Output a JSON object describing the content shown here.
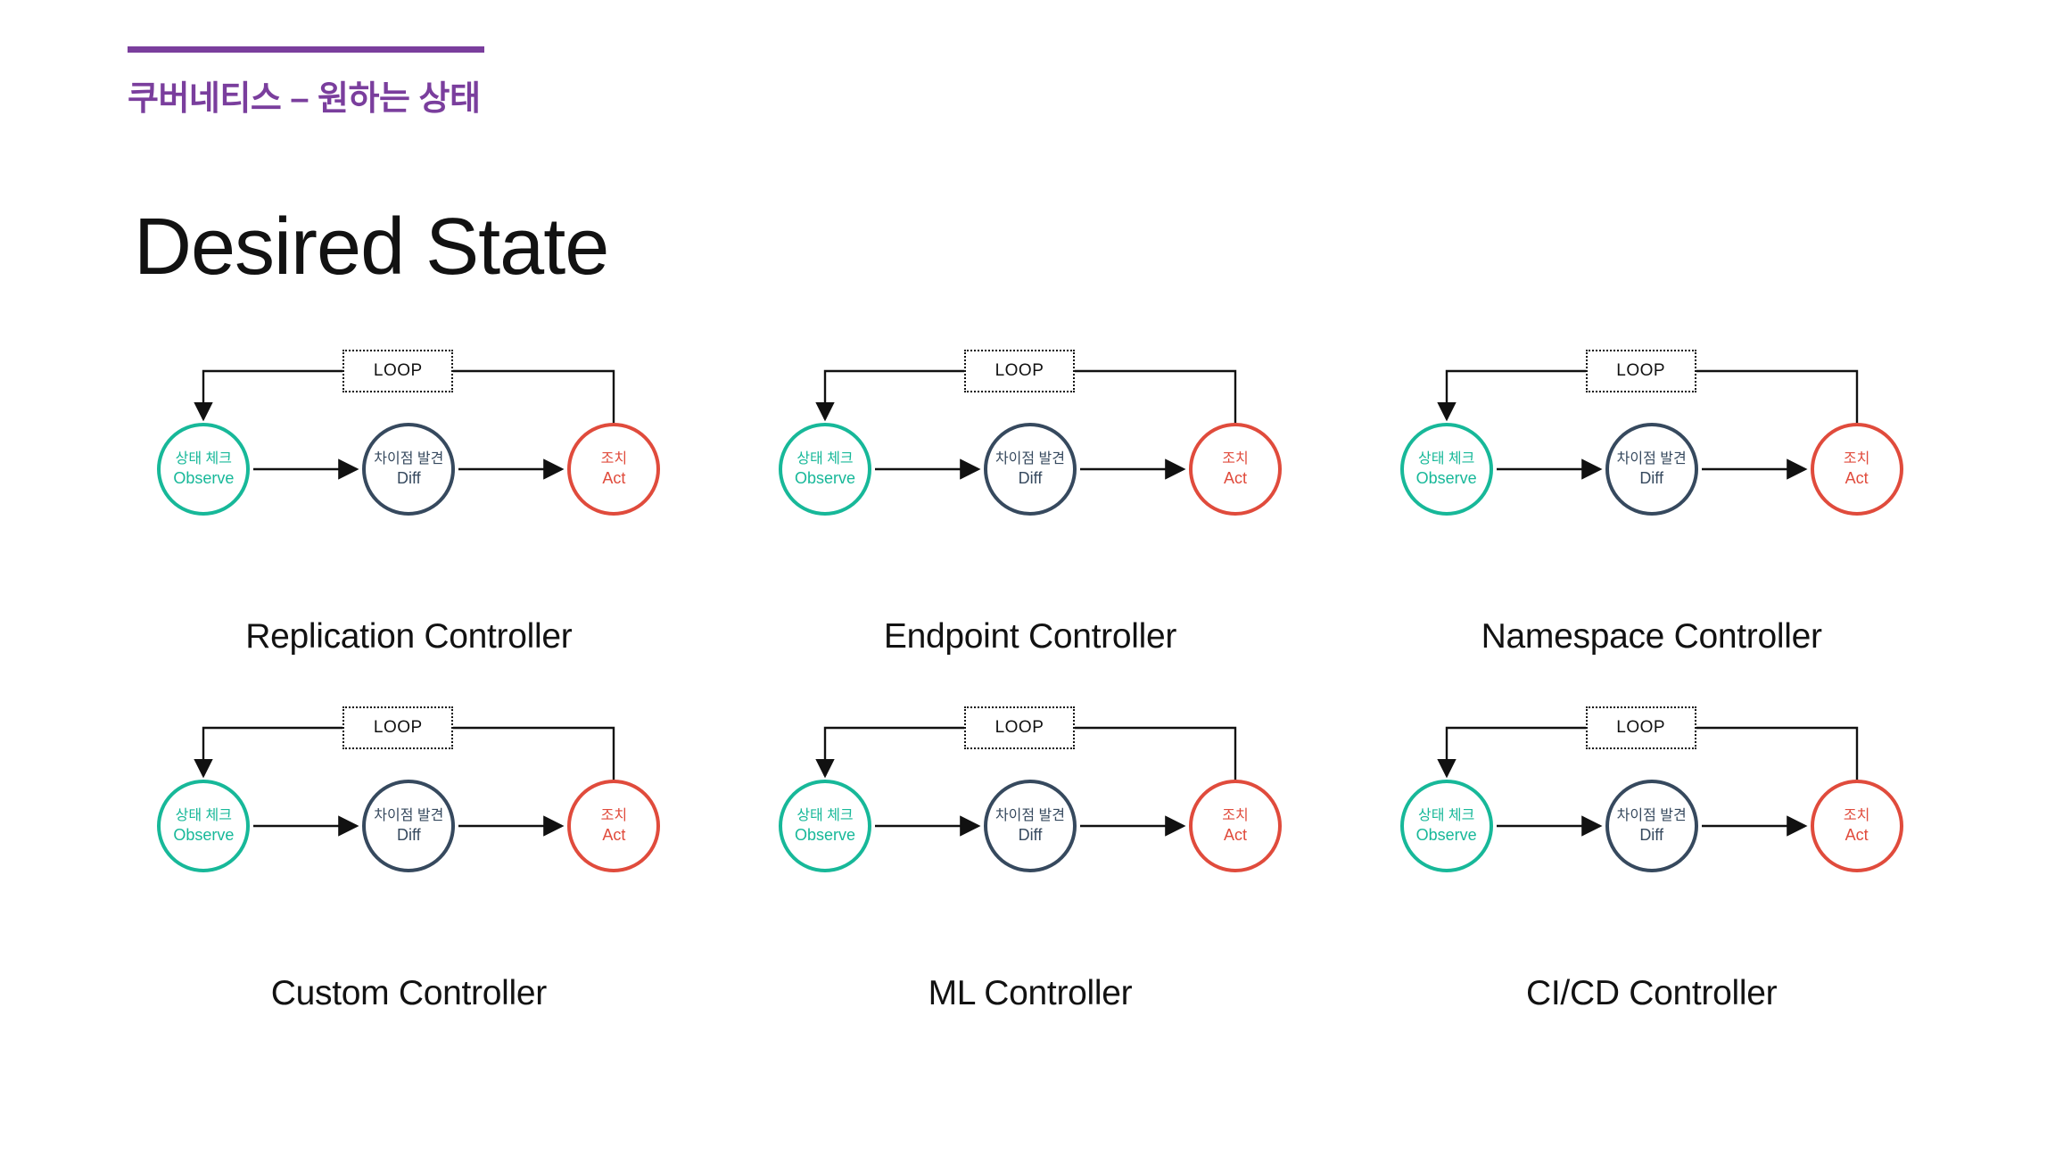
{
  "header": {
    "kicker": "쿠버네티스 – 원하는 상태",
    "accent_color": "#7a3e9d",
    "title": "Desired State"
  },
  "node_labels": {
    "observe": {
      "ko": "상태 체크",
      "en": "Observe",
      "color": "#17b899"
    },
    "diff": {
      "ko": "차이점 발견",
      "en": "Diff",
      "color": "#36495e"
    },
    "act": {
      "ko": "조치",
      "en": "Act",
      "color": "#e04b3c"
    }
  },
  "loop_label": "LOOP",
  "diagrams": [
    {
      "caption": "Replication Controller"
    },
    {
      "caption": "Endpoint Controller"
    },
    {
      "caption": "Namespace Controller"
    },
    {
      "caption": "Custom Controller"
    },
    {
      "caption": "ML Controller"
    },
    {
      "caption": "CI/CD Controller"
    }
  ]
}
